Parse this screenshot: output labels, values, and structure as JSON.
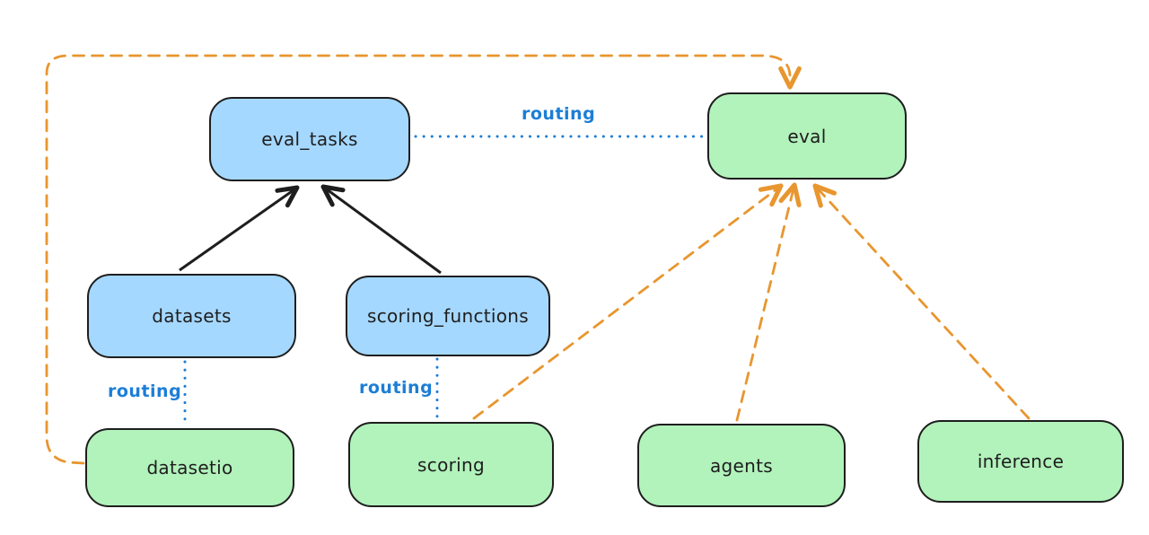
{
  "diagram": {
    "nodes": [
      {
        "id": "eval_tasks",
        "label": "eval_tasks",
        "color": "blue"
      },
      {
        "id": "eval",
        "label": "eval",
        "color": "green"
      },
      {
        "id": "datasets",
        "label": "datasets",
        "color": "blue"
      },
      {
        "id": "scoring_functions",
        "label": "scoring_functions",
        "color": "blue"
      },
      {
        "id": "datasetio",
        "label": "datasetio",
        "color": "green"
      },
      {
        "id": "scoring",
        "label": "scoring",
        "color": "green"
      },
      {
        "id": "agents",
        "label": "agents",
        "color": "green"
      },
      {
        "id": "inference",
        "label": "inference",
        "color": "green"
      }
    ],
    "edges": [
      {
        "from": "datasets",
        "to": "eval_tasks",
        "style": "solid",
        "color": "black",
        "label": ""
      },
      {
        "from": "scoring_functions",
        "to": "eval_tasks",
        "style": "solid",
        "color": "black",
        "label": ""
      },
      {
        "from": "eval_tasks",
        "to": "eval",
        "style": "dotted",
        "color": "blue",
        "label": "routing"
      },
      {
        "from": "datasets",
        "to": "datasetio",
        "style": "dotted",
        "color": "blue",
        "label": "routing"
      },
      {
        "from": "scoring_functions",
        "to": "scoring",
        "style": "dotted",
        "color": "blue",
        "label": "routing"
      },
      {
        "from": "datasetio",
        "to": "eval",
        "style": "dashed",
        "color": "orange",
        "label": ""
      },
      {
        "from": "scoring",
        "to": "eval",
        "style": "dashed",
        "color": "orange",
        "label": ""
      },
      {
        "from": "agents",
        "to": "eval",
        "style": "dashed",
        "color": "orange",
        "label": ""
      },
      {
        "from": "inference",
        "to": "eval",
        "style": "dashed",
        "color": "orange",
        "label": ""
      }
    ],
    "colors": {
      "blue_fill": "#a5d8ff",
      "green_fill": "#b2f2bb",
      "stroke": "#1e1e1e",
      "routing_blue": "#1c7ed6",
      "orange": "#e8962f",
      "background": "#ffffff"
    }
  }
}
